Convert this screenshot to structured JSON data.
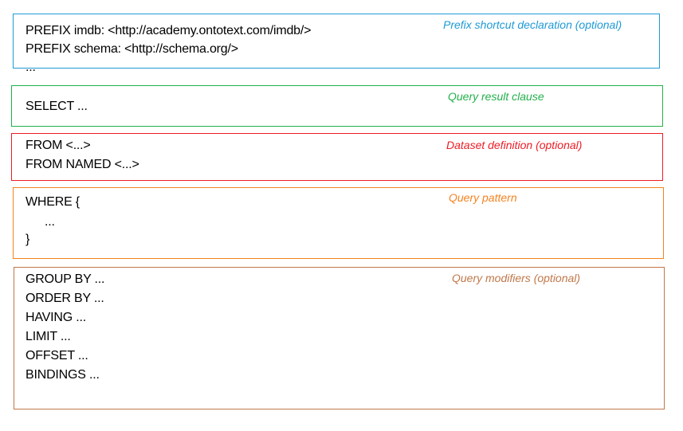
{
  "sections": [
    {
      "id": "prefix",
      "label": "Prefix shortcut declaration (optional)",
      "color": "#1e9ad6",
      "lines": [
        "PREFIX imdb: <http://academy.ontotext.com/imdb/>",
        "PREFIX schema: <http://schema.org/>",
        "..."
      ]
    },
    {
      "id": "select",
      "label": "Query result clause",
      "color": "#22b04b",
      "lines": [
        "SELECT ..."
      ]
    },
    {
      "id": "dataset",
      "label": "Dataset definition (optional)",
      "color": "#ee1c24",
      "lines": [
        "FROM <...>",
        "FROM NAMED <...>"
      ]
    },
    {
      "id": "where",
      "label": "Query pattern",
      "color": "#f5821f",
      "lines": [
        "WHERE {",
        "...",
        "}"
      ]
    },
    {
      "id": "modifiers",
      "label": "Query modifiers (optional)",
      "color": "#c0784a",
      "lines": [
        "GROUP BY ...",
        "ORDER BY ...",
        "HAVING ...",
        "LIMIT ...",
        "OFFSET ...",
        "BINDINGS ..."
      ]
    }
  ]
}
